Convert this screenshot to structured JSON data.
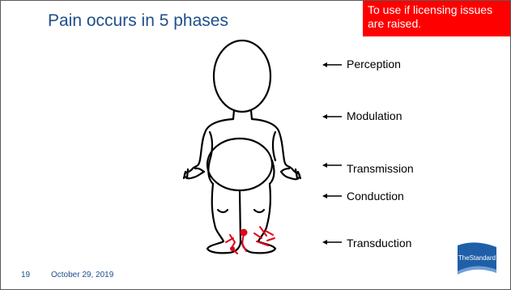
{
  "slide": {
    "title": "Pain occurs in 5 phases",
    "note": "To use if licensing issues are raised.",
    "labels": {
      "perception": "Perception",
      "modulation": "Modulation",
      "transmission": "Transmission",
      "conduction": "Conduction",
      "transduction": "Transduction"
    },
    "footer": {
      "page_number": "19",
      "date": "October 29, 2019"
    },
    "logo_text": "TheStandard"
  },
  "colors": {
    "title": "#1f4e8c",
    "note_bg": "#ff0000",
    "pain_marks": "#e0001a",
    "logo": "#1f5fa8"
  },
  "icons": [
    "left-arrow-icon",
    "human-figure-illustration",
    "pain-marks-icon",
    "standard-logo-icon"
  ]
}
